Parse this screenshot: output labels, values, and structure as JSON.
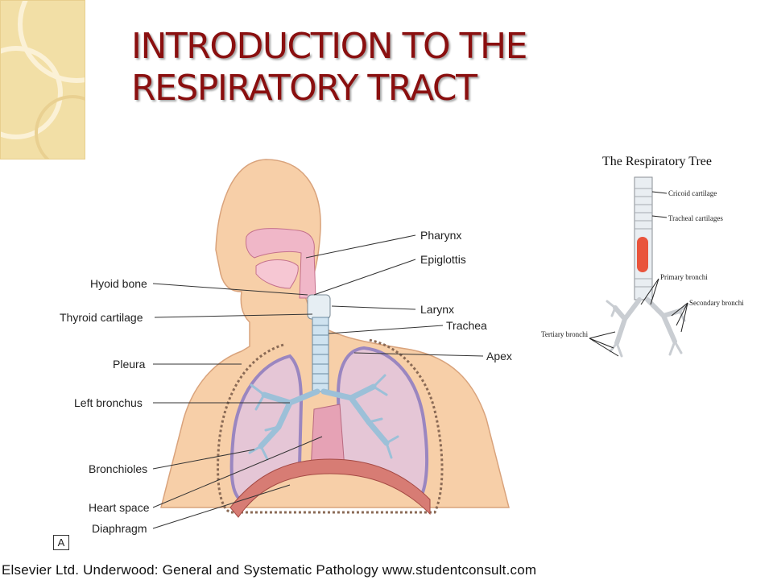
{
  "slide": {
    "title_lines": [
      "INTRODUCTION TO THE",
      "RESPIRATORY TRACT"
    ]
  },
  "main_figure": {
    "left_labels": [
      "Hyoid bone",
      "Thyroid cartilage",
      "Pleura",
      "Left bronchus",
      "Bronchioles",
      "Heart space",
      "Diaphragm"
    ],
    "right_labels": [
      "Pharynx",
      "Epiglottis",
      "Larynx",
      "Trachea",
      "Apex"
    ],
    "panel_letter": "A"
  },
  "tree_figure": {
    "title": "The Respiratory Tree",
    "labels": [
      "Cricoid cartilage",
      "Tracheal cartilages",
      "Primary bronchi",
      "Secondary bronchi",
      "Tertiary bronchi"
    ]
  },
  "credit": "Elsevier Ltd. Underwood: General and Systematic Pathology www.studentconsult.com",
  "colors": {
    "title": "#8a0f0f",
    "skin": "#f7cfa8",
    "lung": "#e5c6d6",
    "pleura": "#b9a9d0",
    "airway": "#cfe3f0",
    "corner": "#f2dfa6"
  }
}
